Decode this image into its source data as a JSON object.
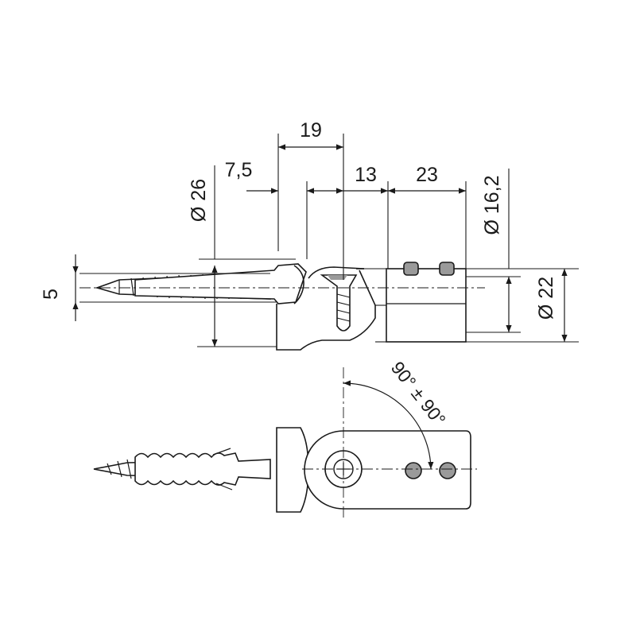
{
  "dimensions": {
    "d19": "19",
    "d7_5": "7,5",
    "d13": "13",
    "d23": "23",
    "dia26": "Ø 26",
    "dia16_2": "Ø 16,2",
    "dia22": "Ø 22",
    "d5": "5"
  },
  "angle": {
    "label": "90° ± 90°"
  },
  "colors": {
    "line": "#1a1a1a",
    "fill_gray": "#9a9a9a",
    "light_gray": "#cfcfcf"
  }
}
